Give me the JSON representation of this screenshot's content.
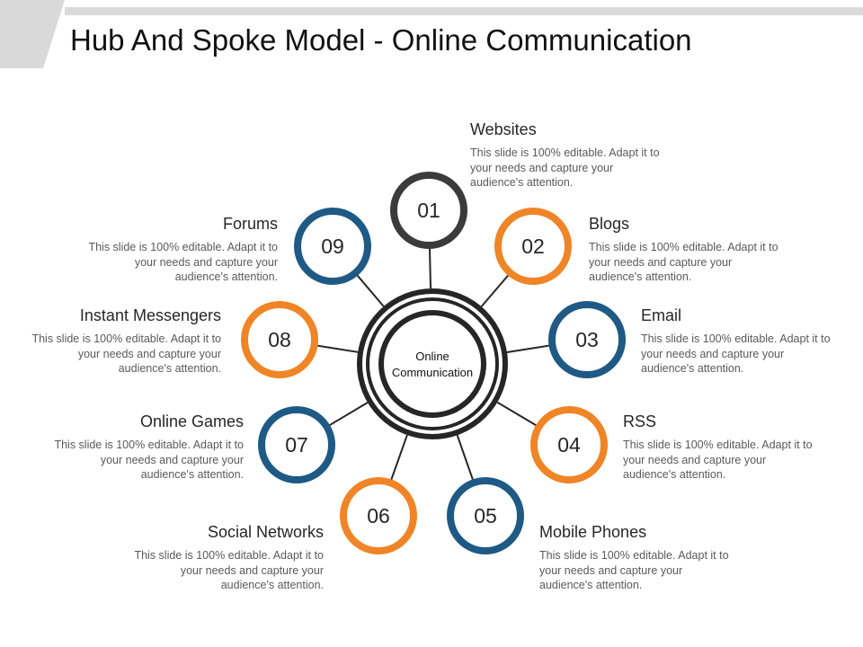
{
  "title": "Hub And Spoke Model - Online Communication",
  "hub": {
    "line1": "Online",
    "line2": "Communication"
  },
  "colors": {
    "dark": "#3b3b3b",
    "orange": "#ef8526",
    "blue": "#1e5a84"
  },
  "nodes": [
    {
      "num": "01",
      "title": "Websites",
      "desc": "This slide is 100% editable. Adapt it to your needs and capture your audience's attention.",
      "color": "dark"
    },
    {
      "num": "02",
      "title": "Blogs",
      "desc": "This slide is 100% editable. Adapt it to your needs and capture your audience's attention.",
      "color": "orange"
    },
    {
      "num": "03",
      "title": "Email",
      "desc": "This slide is 100% editable. Adapt it to your needs and capture your audience's attention.",
      "color": "blue"
    },
    {
      "num": "04",
      "title": "RSS",
      "desc": "This slide is 100% editable. Adapt it to your needs and capture your audience's attention.",
      "color": "orange"
    },
    {
      "num": "05",
      "title": "Mobile Phones",
      "desc": "This slide is 100% editable. Adapt it to your needs and capture your audience's attention.",
      "color": "blue"
    },
    {
      "num": "06",
      "title": "Social Networks",
      "desc": "This slide is 100% editable. Adapt it to your needs and capture your audience's attention.",
      "color": "orange"
    },
    {
      "num": "07",
      "title": "Online Games",
      "desc": "This slide is 100% editable. Adapt it to your needs and capture your audience's attention.",
      "color": "blue"
    },
    {
      "num": "08",
      "title": "Instant Messengers",
      "desc": "This slide is 100% editable. Adapt it to your needs and capture your audience's attention.",
      "color": "orange"
    },
    {
      "num": "09",
      "title": "Forums",
      "desc": "This slide is 100% editable. Adapt it to your needs and capture your audience's attention.",
      "color": "blue"
    }
  ]
}
